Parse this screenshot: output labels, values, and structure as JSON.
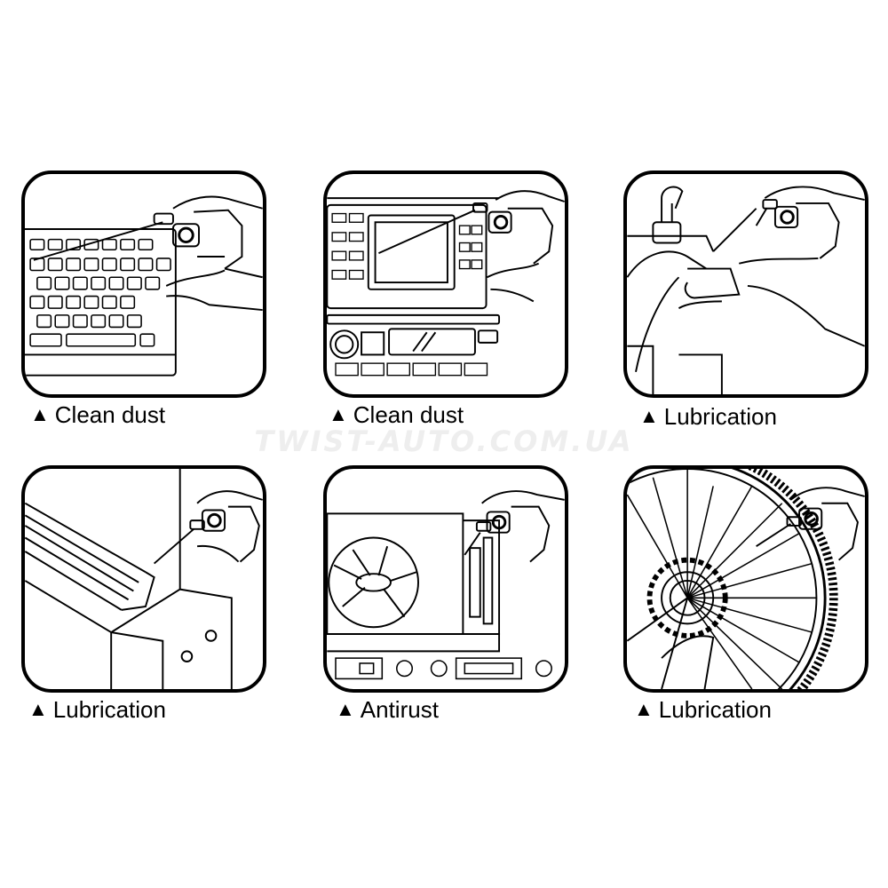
{
  "watermark": "TWIST-AUTO.COM.UA",
  "bullet": "▲",
  "panels": [
    {
      "caption": "Clean dust",
      "icon": "keyboard-icon"
    },
    {
      "caption": "Clean dust",
      "icon": "car-console-icon"
    },
    {
      "caption": "Lubrication",
      "icon": "hinge-icon"
    },
    {
      "caption": "Lubrication",
      "icon": "sliding-rail-icon"
    },
    {
      "caption": "Antirust",
      "icon": "computer-board-icon"
    },
    {
      "caption": "Lubrication",
      "icon": "bicycle-wheel-icon"
    }
  ],
  "colors": {
    "line": "#000000",
    "background": "#ffffff",
    "watermark": "#eeeeee"
  }
}
